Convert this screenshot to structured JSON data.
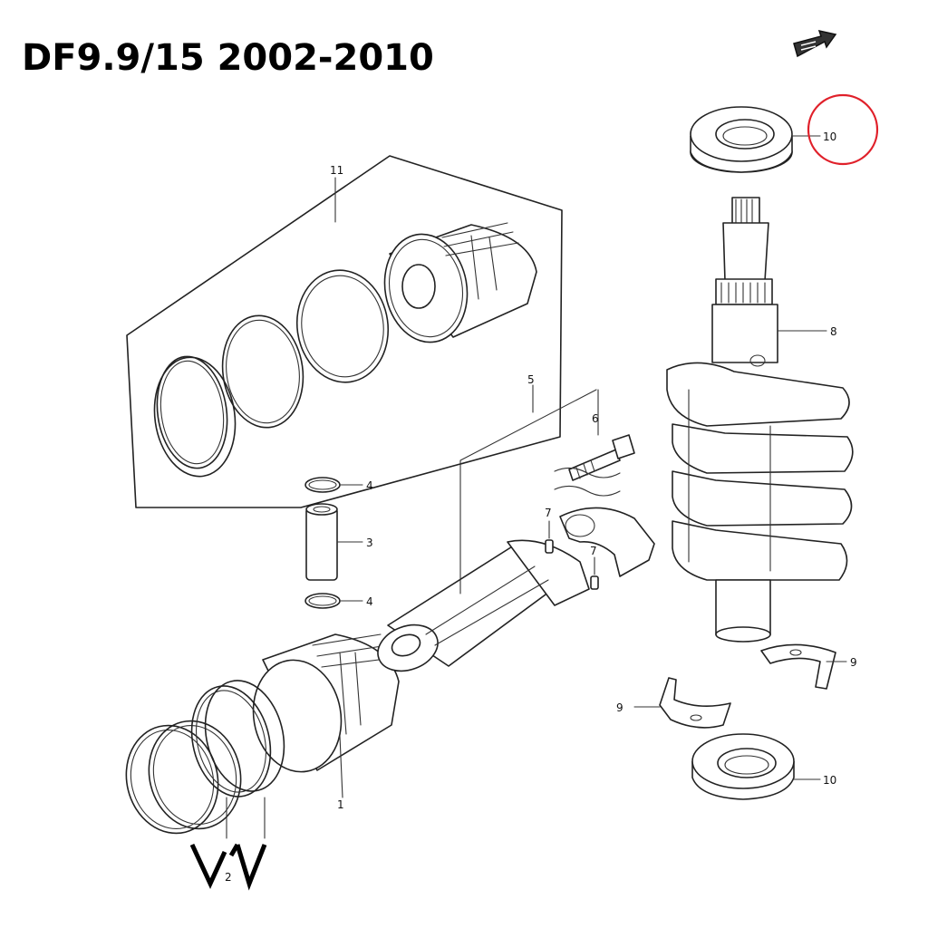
{
  "title": "DF9.9/15 2002-2010",
  "highlight_color": "#e0202a",
  "callouts": {
    "piston": "1",
    "ring_set_label": "2",
    "pin": "3",
    "clip_top": "4",
    "clip_bottom": "4",
    "rod": "5",
    "rod_bolt": "6",
    "pin_left": "7",
    "pin_right": "7",
    "crankshaft": "8",
    "bearing_right": "9",
    "bearing_left": "9",
    "seal_top": "10",
    "seal_bottom": "10",
    "piston_ring_kit": "11"
  },
  "icons": {
    "front_arrow": "forward-arrow-icon"
  }
}
